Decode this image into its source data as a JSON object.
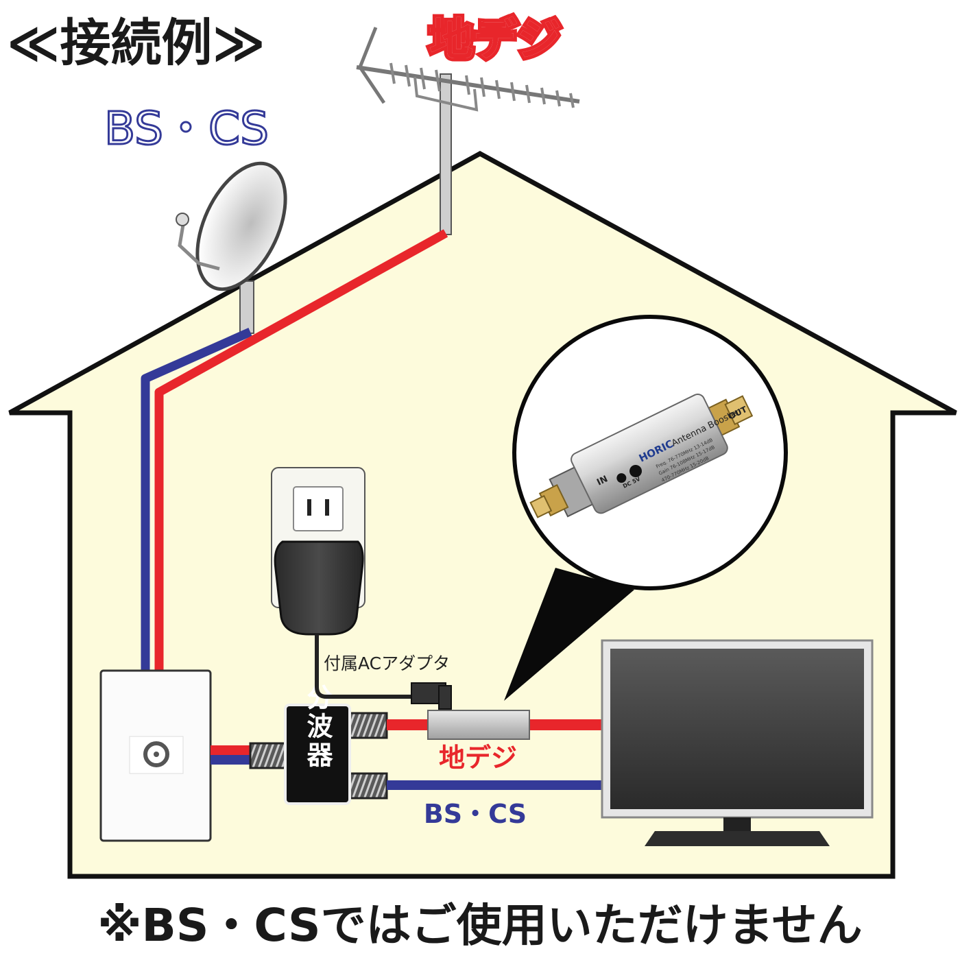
{
  "title": "≪接続例≫",
  "antenna_labels": {
    "terrestrial": "地デジ",
    "satellite": "BS・CS"
  },
  "booster_device": {
    "brand": "HORIC",
    "model_text": "Antenna Booster",
    "in_label": "IN",
    "out_label": "OUT",
    "dc_label": "DC 5V",
    "spec_lines": [
      "Freq. 76-770MHz  13-14dB",
      "Gain 76-108MHz  15-17dB",
      "470-770MHz  15-20dB"
    ]
  },
  "adapter_label": "付属ACアダプタ",
  "splitter_label": "分波器",
  "cable_labels": {
    "terrestrial": "地デジ",
    "satellite": "BS・CS"
  },
  "footer_note": "※BS・CSではご使用いただけません",
  "colors": {
    "terrestrial_cable": "#e8262b",
    "satellite_cable": "#343a98",
    "house_fill": "#fdfbdc",
    "title": "#1a1a1a"
  }
}
